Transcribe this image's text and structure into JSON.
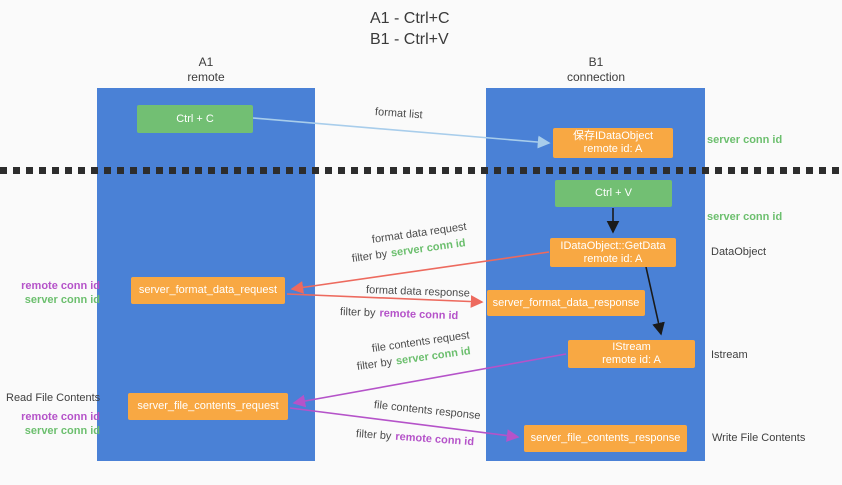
{
  "title": {
    "line1": "A1 - Ctrl+C",
    "line2": "B1 - Ctrl+V"
  },
  "columns": {
    "left": {
      "id": "A1",
      "name": "remote"
    },
    "right": {
      "id": "B1",
      "name": "connection"
    }
  },
  "colors": {
    "column_blue": "#4a81d6",
    "box_green": "#72bf73",
    "box_orange": "#f8a843",
    "arrow_blue": "#a8cdeb",
    "arrow_red": "#ed6a5e",
    "arrow_magenta": "#b553c9",
    "arrow_black": "#1a1a1a",
    "text_green": "#6cbf6e",
    "text_purple": "#b553c9"
  },
  "boxes": {
    "ctrl_c": {
      "label": "Ctrl + C"
    },
    "save_idataobject": {
      "line1": "保存IDataObject",
      "line2": "remote id: A"
    },
    "ctrl_v": {
      "label": "Ctrl + V"
    },
    "getdata": {
      "line1": "IDataObject::GetData",
      "line2": "remote id: A"
    },
    "format_request": {
      "label": "server_format_data_request"
    },
    "format_response": {
      "label": "server_format_data_response"
    },
    "istream": {
      "line1": "IStream",
      "line2": "remote id: A"
    },
    "file_request": {
      "label": "server_file_contents_request"
    },
    "file_response": {
      "label": "server_file_contents_response"
    }
  },
  "arrow_labels": {
    "format_list": "format list",
    "format_data_request": "format data request",
    "format_data_response": "format data response",
    "file_contents_request": "file contents request",
    "file_contents_response": "file contents response",
    "filter_by": "filter by",
    "server_conn_id": "server conn id",
    "remote_conn_id": "remote conn id"
  },
  "side_labels": {
    "server_conn_id_top": "server conn id",
    "server_conn_id_mid": "server conn id",
    "dataobject": "DataObject",
    "istream": "Istream",
    "write_file_contents": "Write File Contents",
    "read_file_contents": "Read File Contents",
    "left_block1": {
      "remote": "remote conn id",
      "server": "server conn id"
    },
    "left_block2": {
      "remote": "remote conn id",
      "server": "server conn id"
    }
  }
}
